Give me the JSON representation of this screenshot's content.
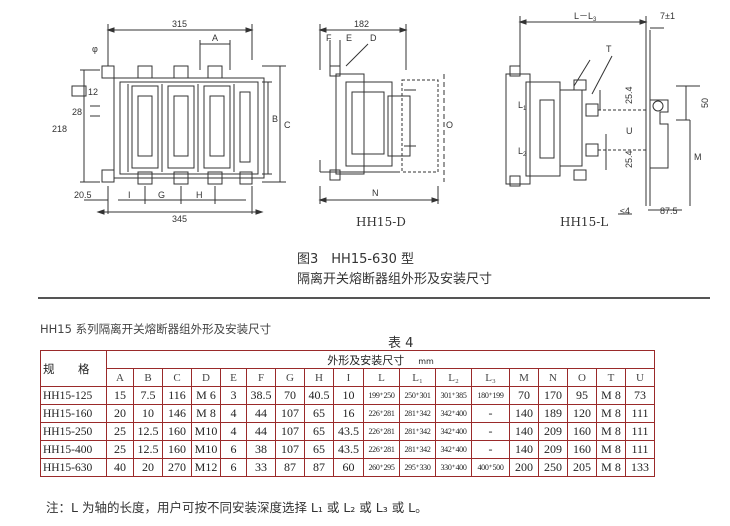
{
  "figure": {
    "views": {
      "front": {
        "dims": {
          "width_top": "315",
          "width_bottom": "345",
          "height_left": "218",
          "dim_28": "28",
          "dim_12": "12",
          "dim_20_5": "20.5",
          "letter_A": "A",
          "letter_B": "B",
          "letter_C": "C",
          "letter_I": "I",
          "letter_G": "G",
          "letter_H": "H",
          "phi": "φ"
        }
      },
      "hh15d": {
        "label": "HH15-D",
        "dims": {
          "top": "182",
          "F": "F",
          "E": "E",
          "D": "D",
          "O": "O",
          "N": "N"
        }
      },
      "hh15l": {
        "label": "HH15-L",
        "dims": {
          "top_left": "L－L",
          "top_left_sub": "3",
          "top_right": "7±1",
          "T": "T",
          "d25_4a": "25.4",
          "d25_4b": "25.4",
          "U": "U",
          "d50": "50",
          "M": "M",
          "bottom_right": "87.5",
          "bottom_left": "≤4",
          "L1": "L",
          "L1_sub": "1",
          "L2": "L",
          "L2_sub": "2"
        }
      }
    },
    "caption": {
      "title": "图3　HH15-630 型",
      "subtitle": "隔离开关熔断器组外形及安装尺寸"
    }
  },
  "table": {
    "title": "HH15 系列隔离开关熔断器组外形及安装尺寸",
    "label": "表 4",
    "spec_header": "规　格",
    "group_header": "外形及安装尺寸",
    "unit": "mm",
    "columns": [
      "A",
      "B",
      "C",
      "D",
      "E",
      "F",
      "G",
      "H",
      "I",
      "L",
      "L₁",
      "L₂",
      "L₃",
      "M",
      "N",
      "O",
      "T",
      "U"
    ],
    "rows": [
      [
        "HH15-125",
        "15",
        "7.5",
        "116",
        "M 6",
        "3",
        "38.5",
        "70",
        "40.5",
        "10",
        "199⁺250",
        "250⁺301",
        "301⁺385",
        "180⁺199",
        "70",
        "170",
        "95",
        "M 8",
        "73"
      ],
      [
        "HH15-160",
        "20",
        "10",
        "146",
        "M 8",
        "4",
        "44",
        "107",
        "65",
        "16",
        "226⁺281",
        "281⁺342",
        "342⁺400",
        "-",
        "140",
        "189",
        "120",
        "M 8",
        "111"
      ],
      [
        "HH15-250",
        "25",
        "12.5",
        "160",
        "M10",
        "4",
        "44",
        "107",
        "65",
        "43.5",
        "226⁺281",
        "281⁺342",
        "342⁺400",
        "-",
        "140",
        "209",
        "160",
        "M 8",
        "111"
      ],
      [
        "HH15-400",
        "25",
        "12.5",
        "160",
        "M10",
        "6",
        "38",
        "107",
        "65",
        "43.5",
        "226⁺281",
        "281⁺342",
        "342⁺400",
        "-",
        "140",
        "209",
        "160",
        "M 8",
        "111"
      ],
      [
        "HH15-630",
        "40",
        "20",
        "270",
        "M12",
        "6",
        "33",
        "87",
        "87",
        "60",
        "260⁺295",
        "295⁺330",
        "330⁺400",
        "400⁺500",
        "200",
        "250",
        "205",
        "M 8",
        "133"
      ]
    ],
    "merged_first_row": "规　格"
  },
  "note": "注：L 为轴的长度，用户可按不同安装深度选择 L₁ 或 L₂ 或 L₃ 或 L。",
  "colors": {
    "table_border": "#9a2a2a",
    "ink": "#333333"
  }
}
